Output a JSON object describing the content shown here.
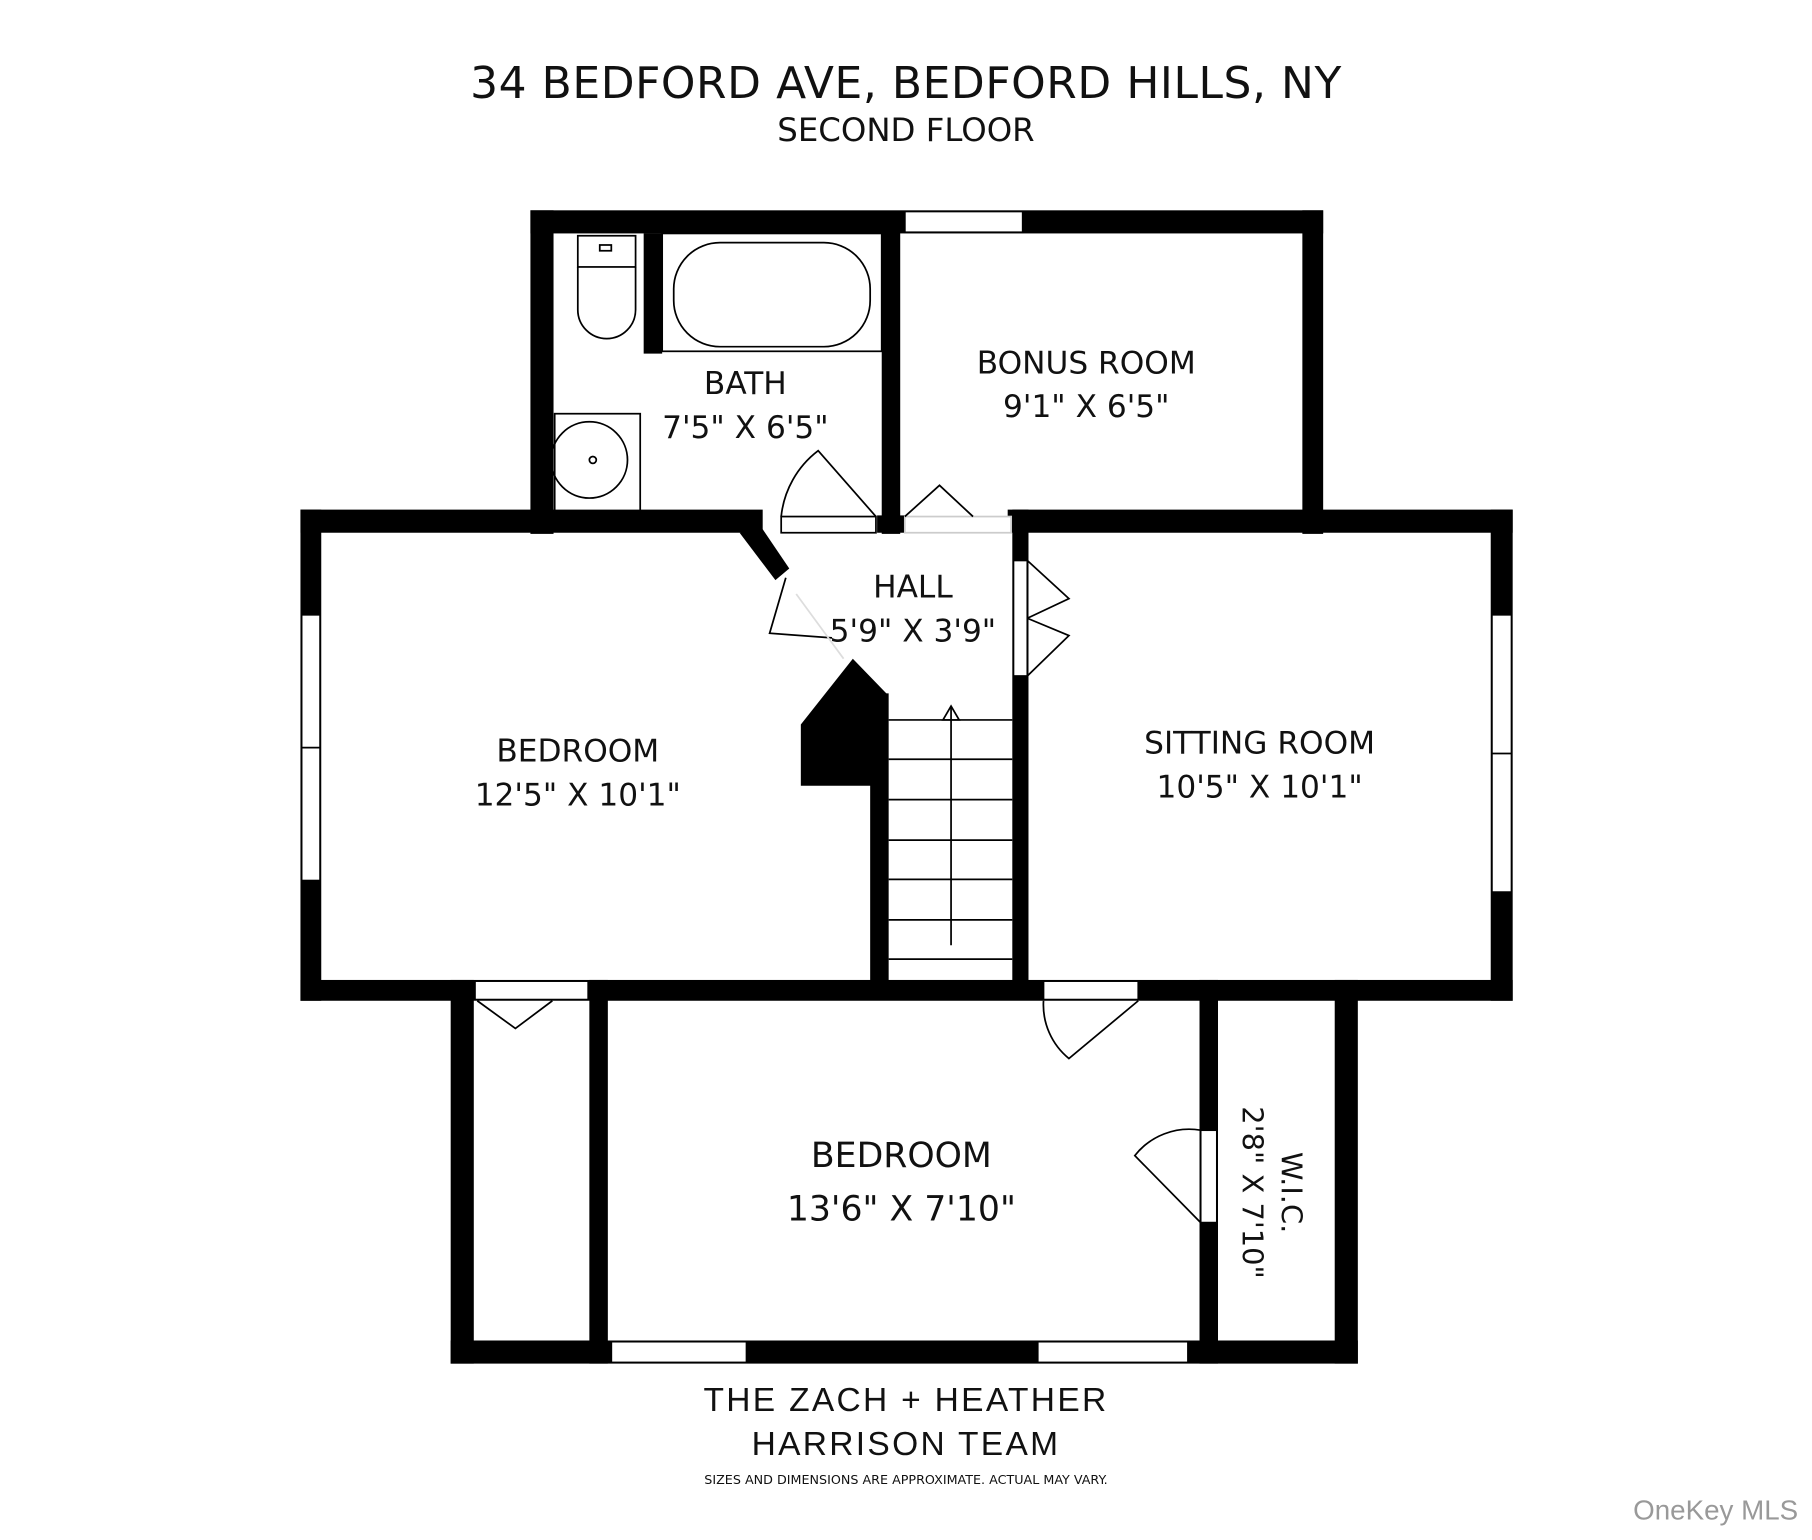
{
  "header": {
    "address": "34 BEDFORD AVE, BEDFORD HILLS, NY",
    "floor": "SECOND FLOOR"
  },
  "rooms": [
    {
      "name": "BATH",
      "dims": "7'5\" X 6'5\""
    },
    {
      "name": "BONUS ROOM",
      "dims": "9'1\" X 6'5\""
    },
    {
      "name": "HALL",
      "dims": "5'9\" X 3'9\""
    },
    {
      "name": "BEDROOM",
      "dims": "12'5\" X 10'1\""
    },
    {
      "name": "SITTING ROOM",
      "dims": "10'5\" X 10'1\""
    },
    {
      "name": "BEDROOM",
      "dims": "13'6\" X 7'10\""
    },
    {
      "name": "W.I.C.",
      "dims": "2'8\" X 7'10\""
    }
  ],
  "footer": {
    "team_line1": "THE ZACH + HEATHER",
    "team_line2": "HARRISON TEAM",
    "disclaimer": "SIZES AND DIMENSIONS ARE APPROXIMATE. ACTUAL MAY VARY.",
    "watermark": "OneKey MLS"
  },
  "colors": {
    "wall": "#000000",
    "background": "#ffffff",
    "watermark": "#999999"
  }
}
